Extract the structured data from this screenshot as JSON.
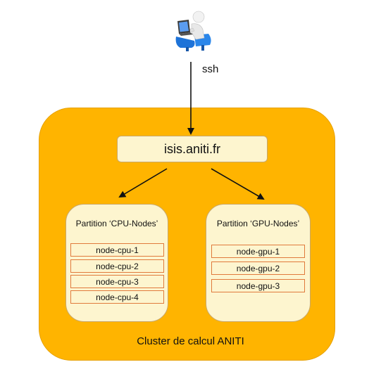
{
  "connection_label": "ssh",
  "login_node": "isis.aniti.fr",
  "cluster_label": "Cluster de calcul ANITI",
  "partitions": [
    {
      "title": "Partition ‘CPU-Nodes’",
      "nodes": [
        "node-cpu-1",
        "node-cpu-2",
        "node-cpu-3",
        "node-cpu-4"
      ]
    },
    {
      "title": "Partition ‘GPU-Nodes’",
      "nodes": [
        "node-gpu-1",
        "node-gpu-2",
        "node-gpu-3"
      ]
    }
  ],
  "colors": {
    "cluster_fill": "#ffb400",
    "box_fill": "#fdf5cf",
    "node_border": "#e07a3c",
    "user_blue": "#1e73d8"
  },
  "icons": {
    "user": "user-at-laptop-icon"
  }
}
